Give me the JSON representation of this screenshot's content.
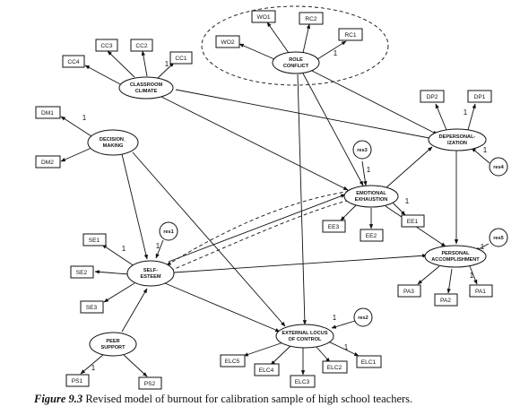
{
  "caption": {
    "figure_label": "Figure 9.3",
    "text": "Revised model of burnout for calibration sample of high school teachers."
  },
  "latent": {
    "role_conflict": [
      "ROLE",
      "CONFLICT"
    ],
    "classroom_climate": [
      "CLASSROOM",
      "CLIMATE"
    ],
    "decision_making": [
      "DECISION_",
      "MAKING"
    ],
    "depersonalization": [
      "DEPERSONAL-",
      "IZATION"
    ],
    "emotional_exhaustion": [
      "EMOTIONAL",
      "EXHAUSTION"
    ],
    "self_esteem": [
      "SELF-",
      "ESTEEM"
    ],
    "personal_accomplishment": [
      "PERSONAL",
      "ACCOMPLISHMENT"
    ],
    "peer_support": [
      "PEER",
      "SUPPORT"
    ],
    "external_locus": [
      "EXTERNAL LOCUS",
      "OF CONTROL"
    ]
  },
  "residuals": {
    "res1": "res1",
    "res2": "res2",
    "res3": "res3",
    "res4": "res4",
    "res5": "res5"
  },
  "indicators": {
    "wo1": "WO1",
    "wo2": "WO2",
    "rc2": "RC2",
    "rc1": "RC1",
    "cc1": "CC1",
    "cc2": "CC2",
    "cc3": "CC3",
    "cc4": "CC4",
    "dm1": "DM1",
    "dm2": "DM2",
    "dp1": "DP1",
    "dp2": "DP2",
    "ee1": "EE1",
    "ee2": "EE2",
    "ee3": "EE3",
    "se1": "SE1",
    "se2": "SE2",
    "se3": "SE3",
    "pa1": "PA1",
    "pa2": "PA2",
    "pa3": "PA3",
    "ps1": "PS1",
    "ps2": "PS2",
    "elc1": "ELC1",
    "elc2": "ELC2",
    "elc3": "ELC3",
    "elc4": "ELC4",
    "elc5": "ELC5"
  },
  "fixed_loading": "1"
}
